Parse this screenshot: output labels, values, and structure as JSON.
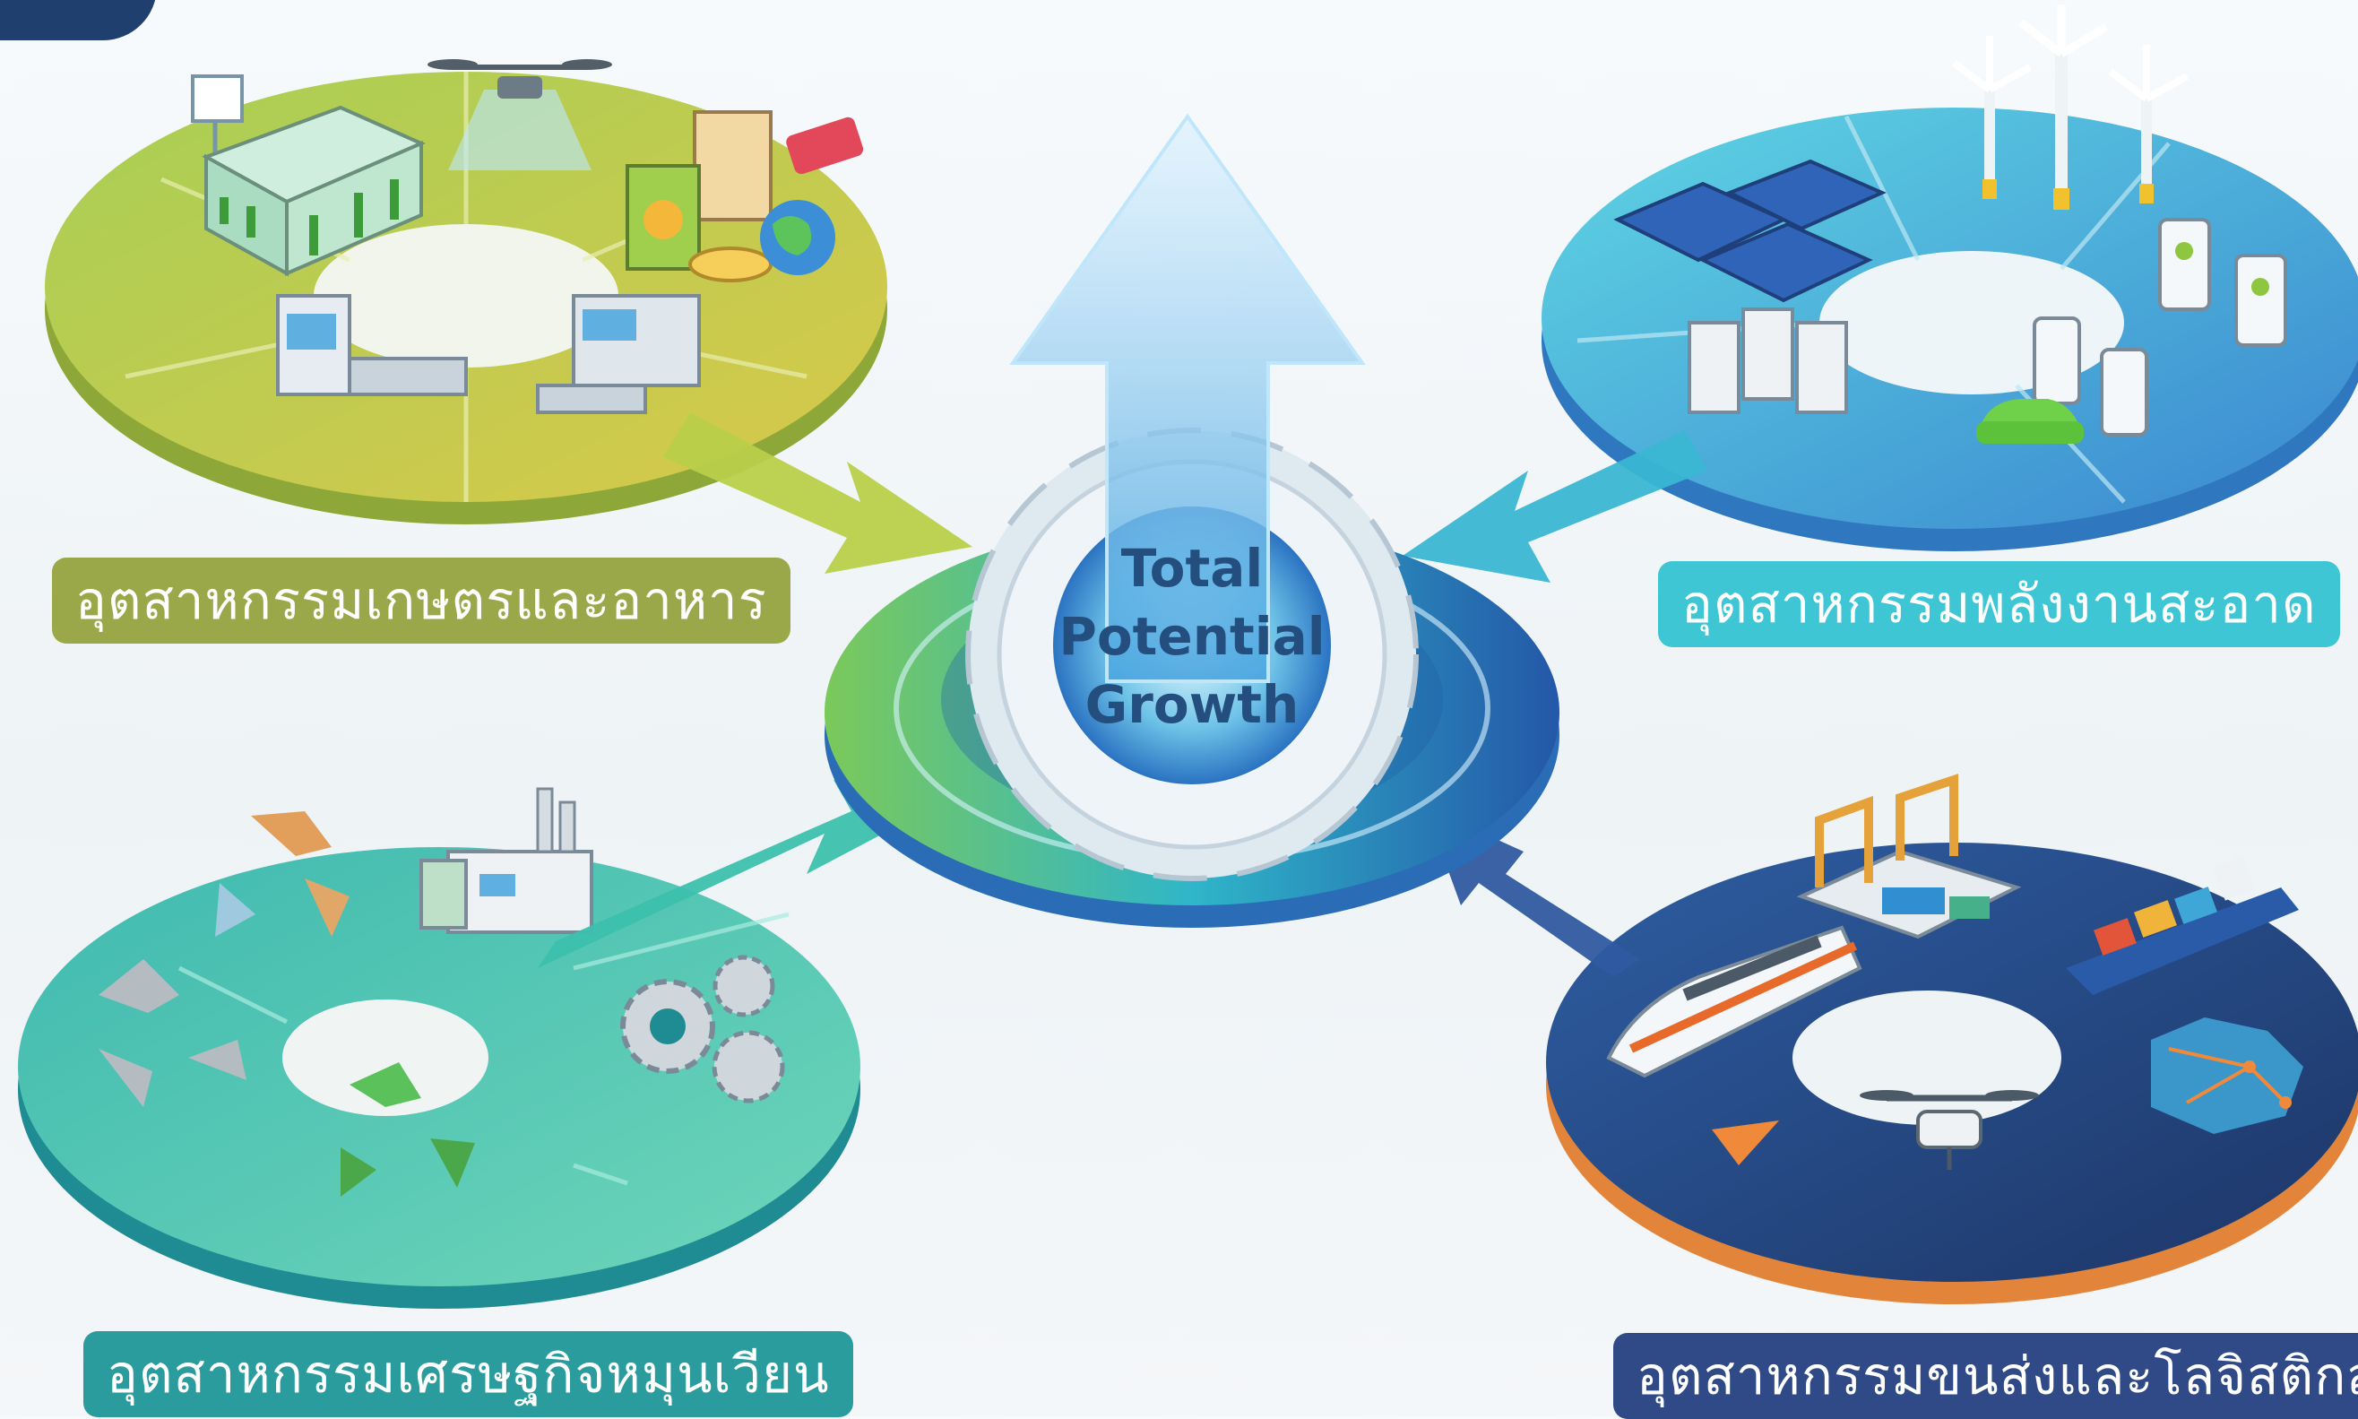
{
  "center": {
    "line1": "Total",
    "line2": "Potential",
    "line3": "Growth"
  },
  "sectors": {
    "agri_food": {
      "label": "อุตสาหกรรมเกษตรและอาหาร",
      "color": "#9aa84a"
    },
    "clean_energy": {
      "label": "อุตสาหกรรมพลังงานสะอาด",
      "color": "#3fc6d4"
    },
    "circular_economy": {
      "label": "อุตสาหกรรมเศรษฐกิจหมุนเวียน",
      "color": "#2a9c9d"
    },
    "logistics": {
      "label": "อุตสาหกรรมขนส่งและโลจิสติกส์",
      "color": "#2f4a86"
    }
  },
  "icons": [
    "greenhouse-icon",
    "drone-icon",
    "food-package-icon",
    "globe-icon",
    "factory-machine-icon",
    "solar-panel-icon",
    "wind-turbine-icon",
    "ev-charger-icon",
    "battery-storage-icon",
    "electric-car-icon",
    "recycle-icon",
    "factory-icon",
    "gears-icon",
    "port-crane-icon",
    "container-ship-icon",
    "high-speed-train-icon",
    "delivery-drone-icon",
    "world-map-network-icon"
  ]
}
